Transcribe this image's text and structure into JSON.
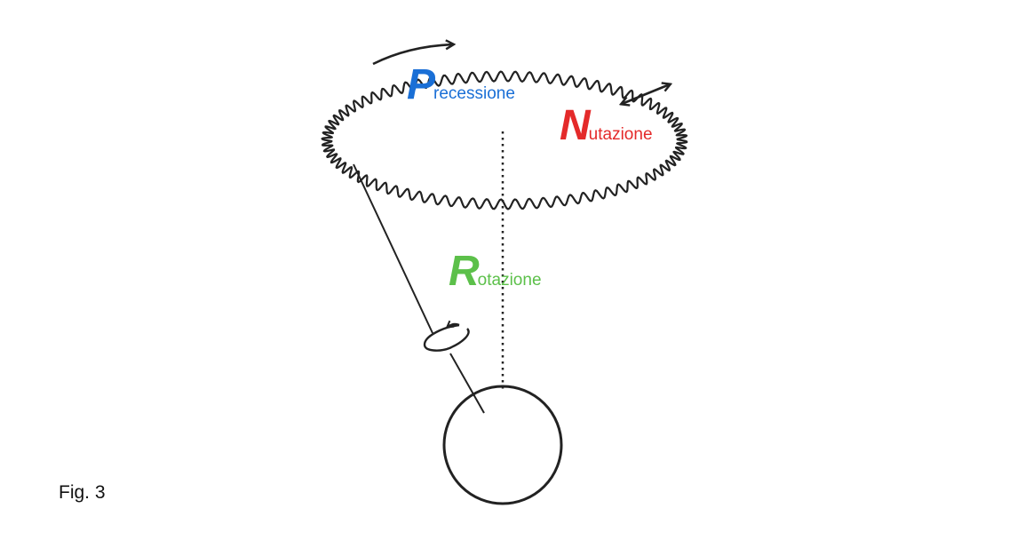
{
  "figure": {
    "caption": "Fig. 3"
  },
  "labels": {
    "precession": {
      "initial": "P",
      "rest": "recessione",
      "color": "#1a6fd6"
    },
    "nutation": {
      "initial": "N",
      "rest": "utazione",
      "color": "#e42a2a"
    },
    "rotation": {
      "initial": "R",
      "rest": "otazione",
      "color": "#5cc04a"
    }
  },
  "colors": {
    "ink": "#222222"
  },
  "icons": {
    "precession_arrow": "curved-arrow-right-icon",
    "nutation_arrow": "double-headed-arrow-icon",
    "rotation_arrow": "circular-arrow-icon"
  }
}
